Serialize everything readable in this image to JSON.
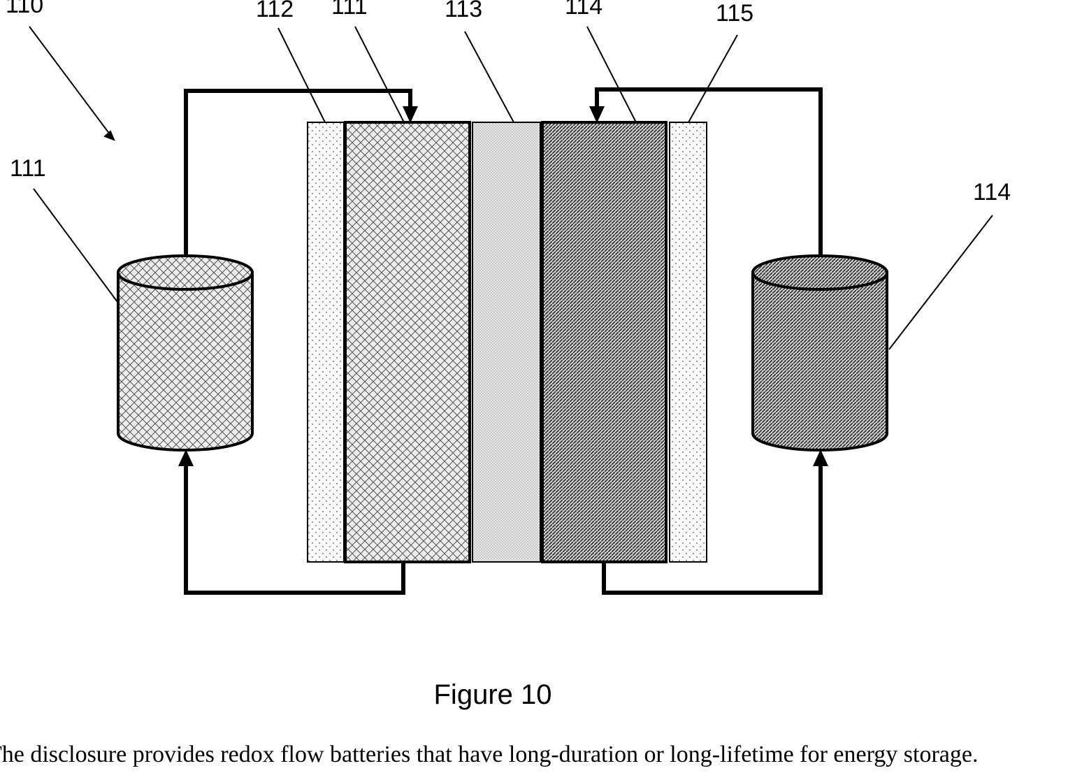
{
  "diagram": {
    "labels": {
      "system": "110",
      "left_tank": "111",
      "right_tank": "114",
      "current_collector_left": "112",
      "electrode_left": "111",
      "membrane": "113",
      "electrode_right": "114",
      "current_collector_right": "115"
    },
    "caption": "Figure 10"
  },
  "abstract_text": "The disclosure provides redox flow batteries that have long-duration or long-lifetime for energy storage."
}
